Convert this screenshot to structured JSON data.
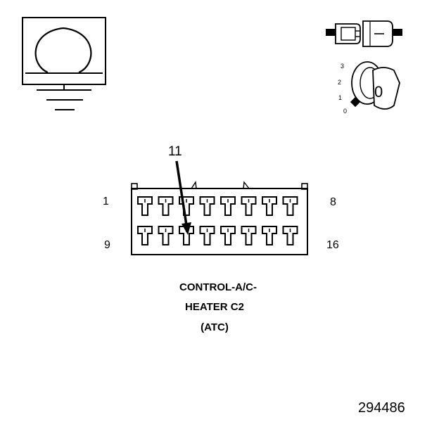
{
  "connector": {
    "pin_callout": "11",
    "row_start_top": "1",
    "row_end_top": "8",
    "row_start_bottom": "9",
    "row_end_bottom": "16"
  },
  "ignition": {
    "positions": [
      "3",
      "2",
      "1",
      "0"
    ],
    "key_label": "0"
  },
  "caption": {
    "line1": "CONTROL-A/C-",
    "line2": "HEATER C2",
    "line3": "(ATC)"
  },
  "figure_number": "294486"
}
